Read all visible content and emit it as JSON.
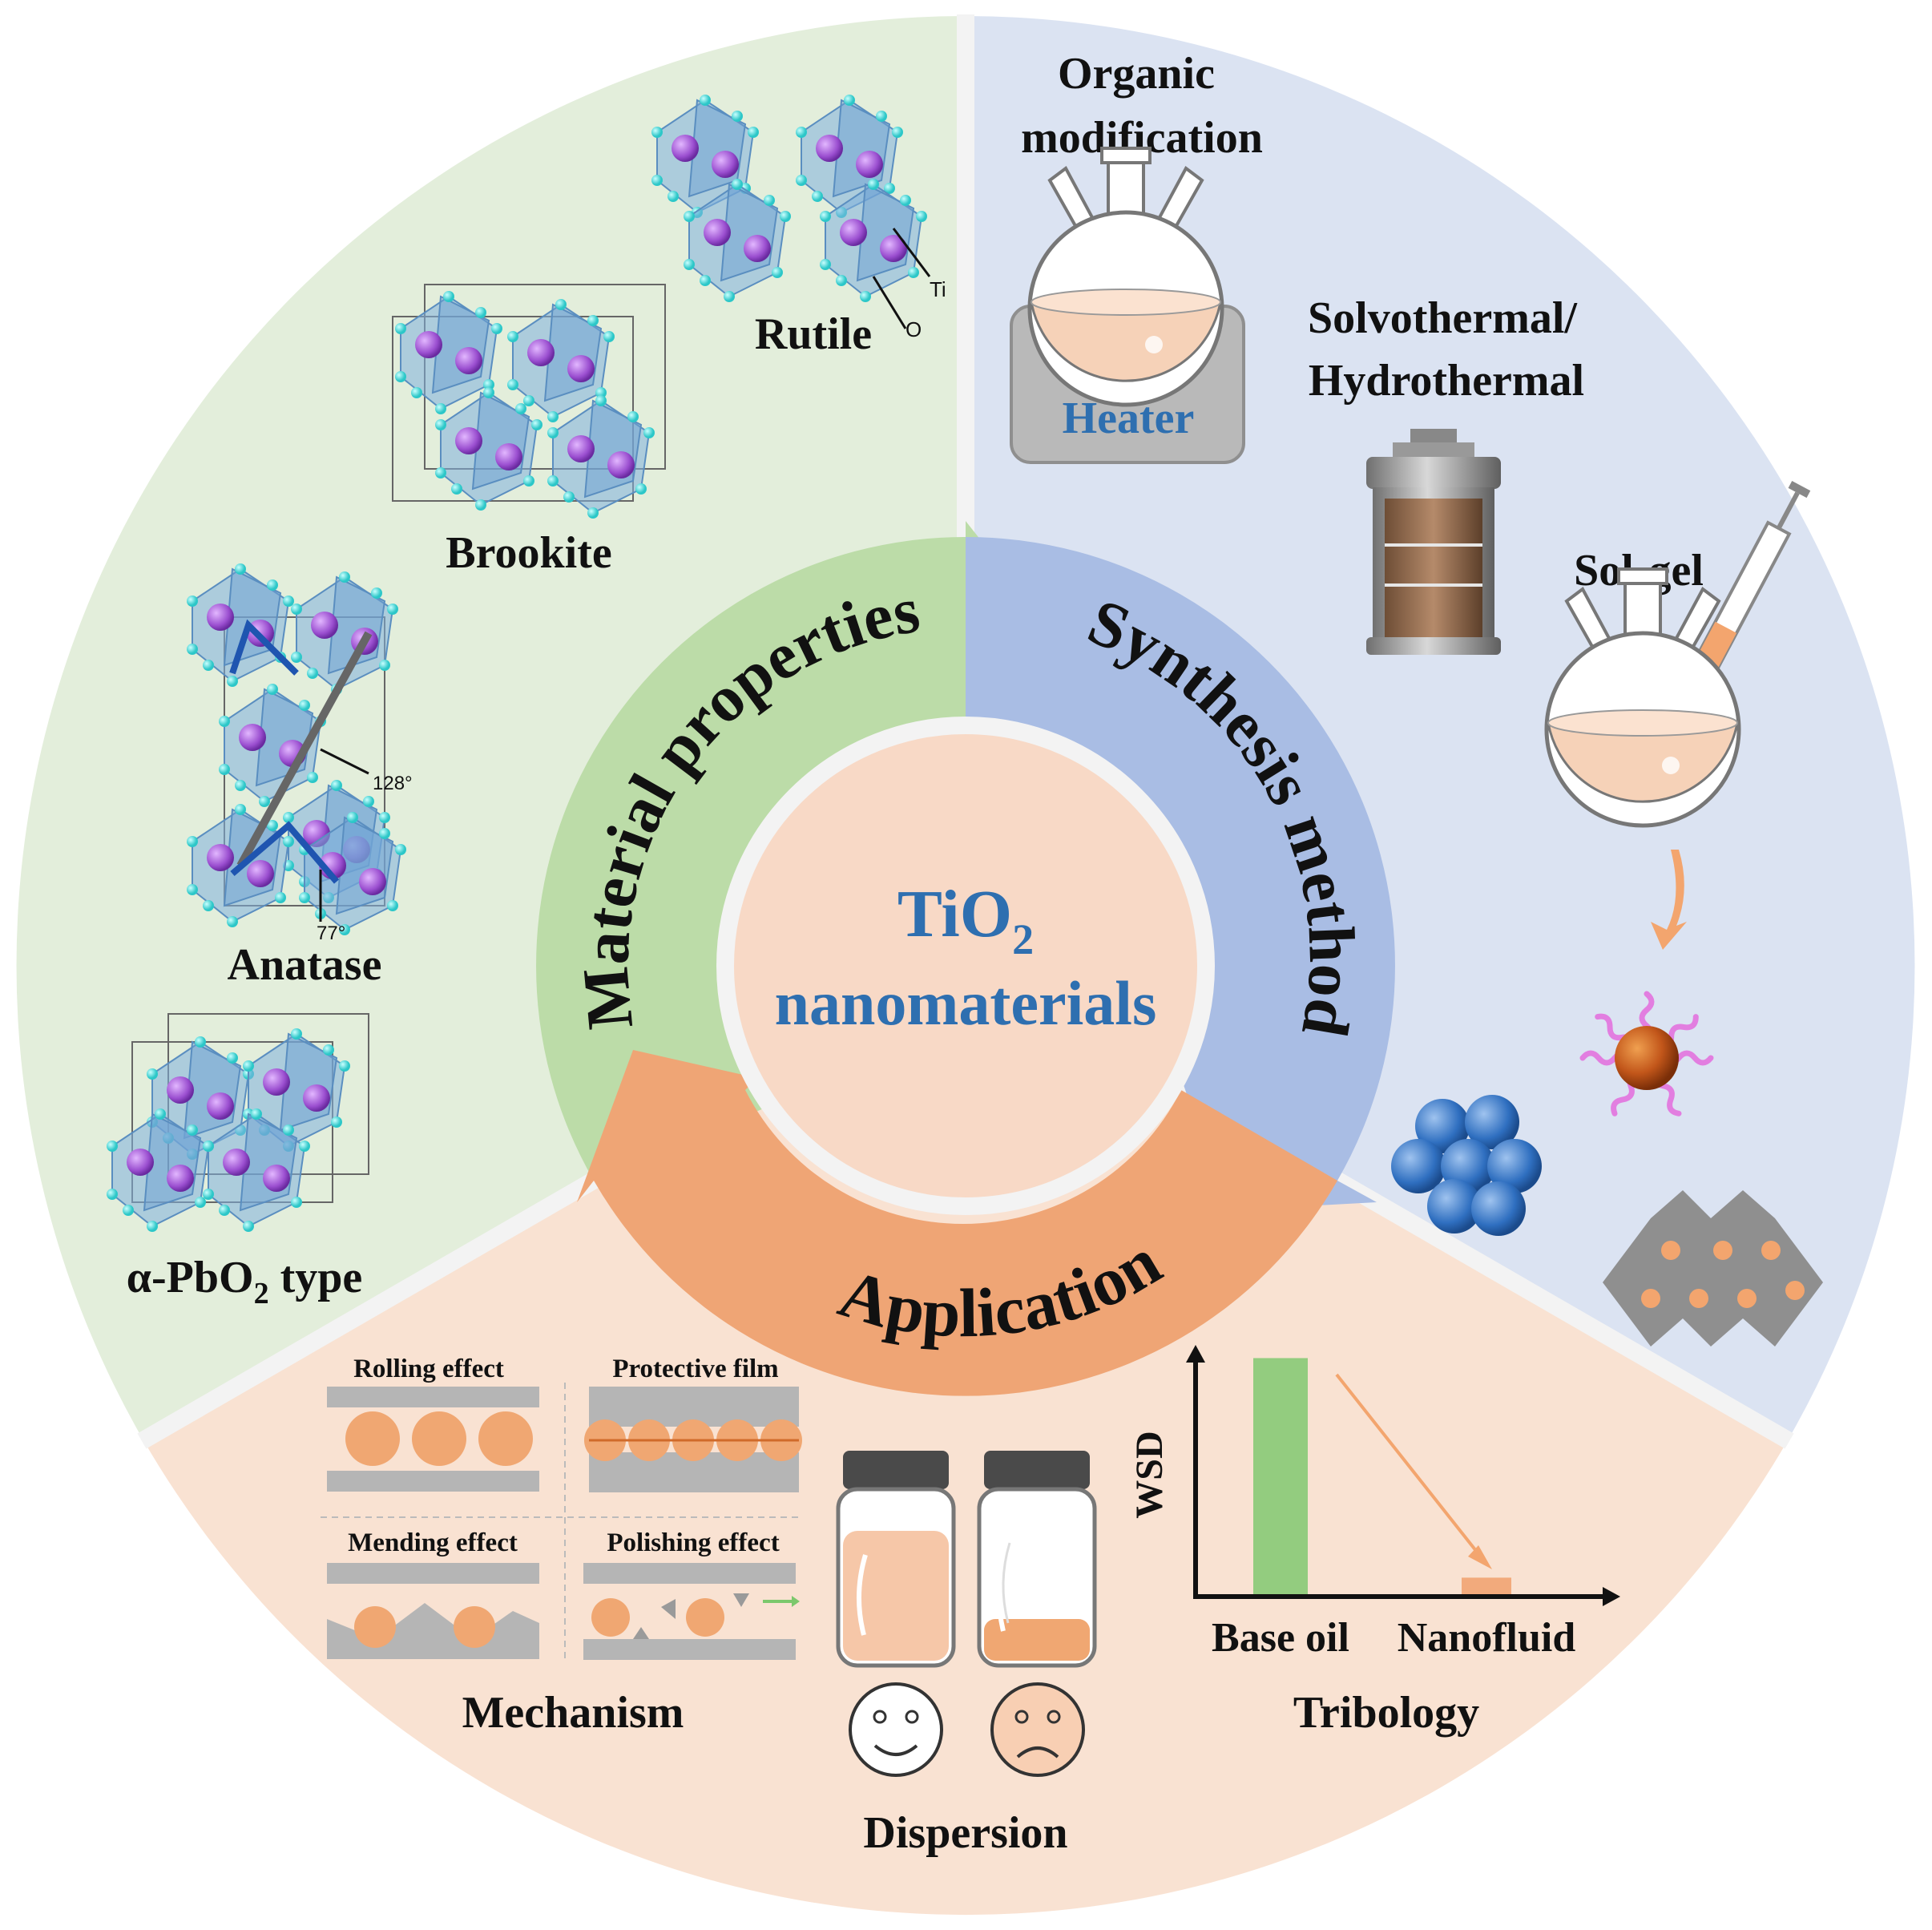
{
  "center": {
    "title_main": "TiO",
    "title_sub": "2",
    "title_line2": "nanomaterials"
  },
  "arrows": {
    "material": "Material properties",
    "synthesis": "Synthesis method",
    "application": "Application"
  },
  "material_section": {
    "rutile": "Rutile",
    "brookite": "Brookite",
    "anatase": "Anatase",
    "pbo2_prefix": "α-PbO",
    "pbo2_sub": "2",
    "pbo2_suffix": " type",
    "ti_label": "Ti",
    "o_label": "O",
    "angle_128": "128°",
    "angle_77": "77°"
  },
  "synthesis_section": {
    "organic_line1": "Organic",
    "organic_line2": "modification",
    "heater": "Heater",
    "solvo_line1": "Solvothermal/",
    "solvo_line2": "Hydrothermal",
    "solgel": "Sol-gel"
  },
  "application_section": {
    "rolling": "Rolling effect",
    "protective": "Protective film",
    "mending": "Mending effect",
    "polishing": "Polishing effect",
    "mechanism": "Mechanism",
    "dispersion": "Dispersion",
    "tribology": "Tribology",
    "wsd": "WSD",
    "base_oil": "Base oil",
    "nanofluid": "Nanofluid"
  },
  "chart_data": {
    "type": "bar",
    "categories": [
      "Base oil",
      "Nanofluid"
    ],
    "values": [
      1.0,
      0.07
    ],
    "ylabel": "WSD",
    "xlabel": "",
    "ylim": [
      0,
      1.1
    ],
    "colors": [
      "#93cc7f",
      "#f2aa7c"
    ]
  },
  "colors": {
    "green_bg": "#e3eedb",
    "blue_bg": "#dbe3f2",
    "peach_bg": "#f9e2d2",
    "center_fill": "#f8d9c6",
    "green_arrow": "#bcdca8",
    "blue_arrow": "#a9bde4",
    "orange_arrow": "#efa575",
    "blue_text": "#2e6fb0",
    "crystal_purple": "#9b4fd0",
    "crystal_cyan": "#3ad3d3",
    "crystal_poly": "#7fb0dc"
  }
}
